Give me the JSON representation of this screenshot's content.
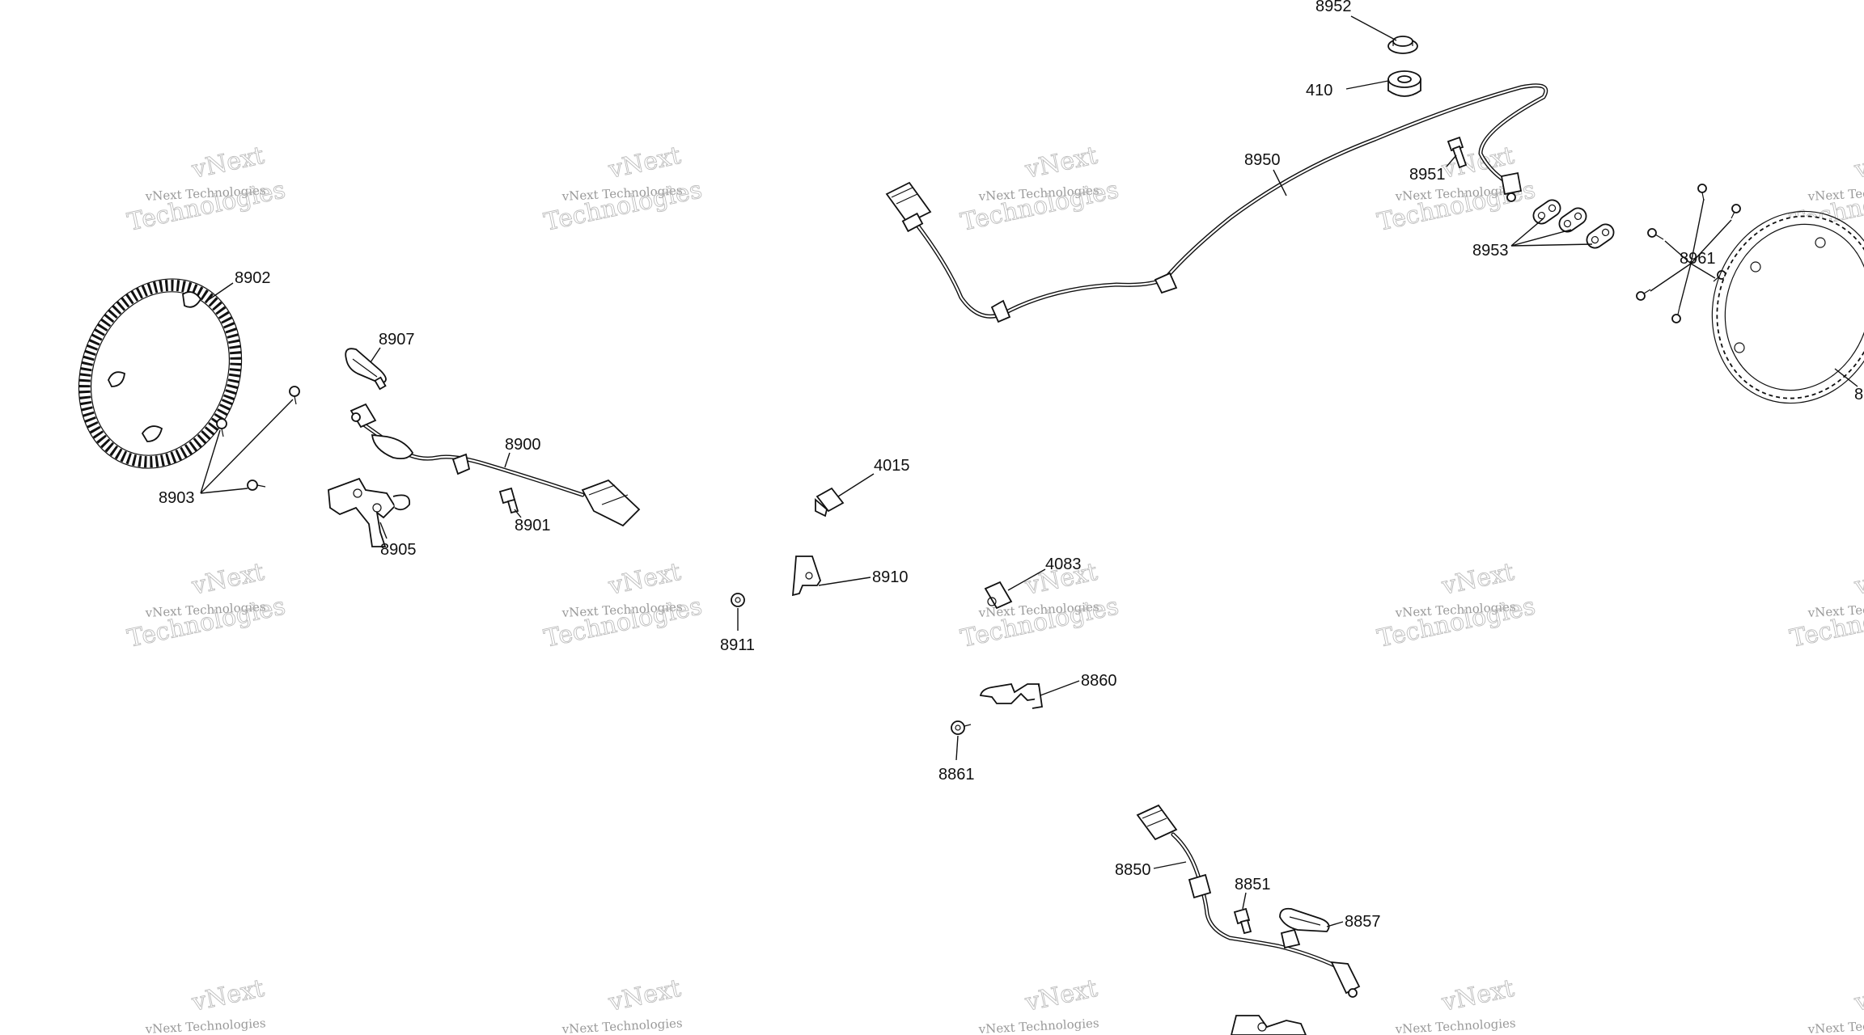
{
  "watermark": {
    "line1": "vNext",
    "line2": "vNext Technologies",
    "line3": "Technologies"
  },
  "labels": {
    "l8952": "8952",
    "l410": "410",
    "l8950": "8950",
    "l8951": "8951",
    "l8953": "8953",
    "l8961": "8961",
    "l8962_cut": "8",
    "l8902": "8902",
    "l8907": "8907",
    "l8900": "8900",
    "l8903": "8903",
    "l8905": "8905",
    "l8901": "8901",
    "l4015": "4015",
    "l8910": "8910",
    "l8911": "8911",
    "l4083": "4083",
    "l8860": "8860",
    "l8861": "8861",
    "l8850": "8850",
    "l8851": "8851",
    "l8857": "8857"
  }
}
